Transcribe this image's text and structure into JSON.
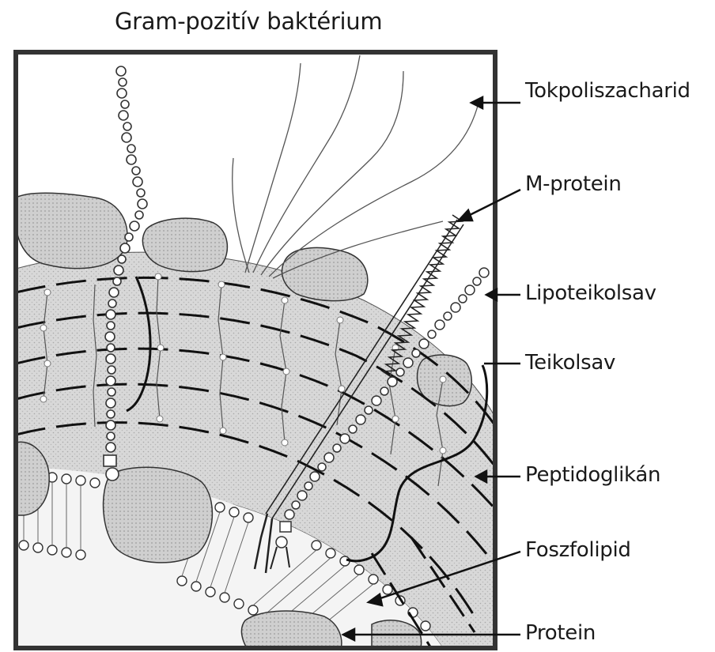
{
  "title": "Gram-pozitív baktérium",
  "labels": {
    "capsule": "Tokpoliszacharid",
    "m_protein": "M-protein",
    "lipoteichoic": "Lipoteikolsav",
    "teichoic": "Teikolsav",
    "peptidoglycan": "Peptidoglikán",
    "phospholipid": "Foszfolipid",
    "protein": "Protein"
  }
}
